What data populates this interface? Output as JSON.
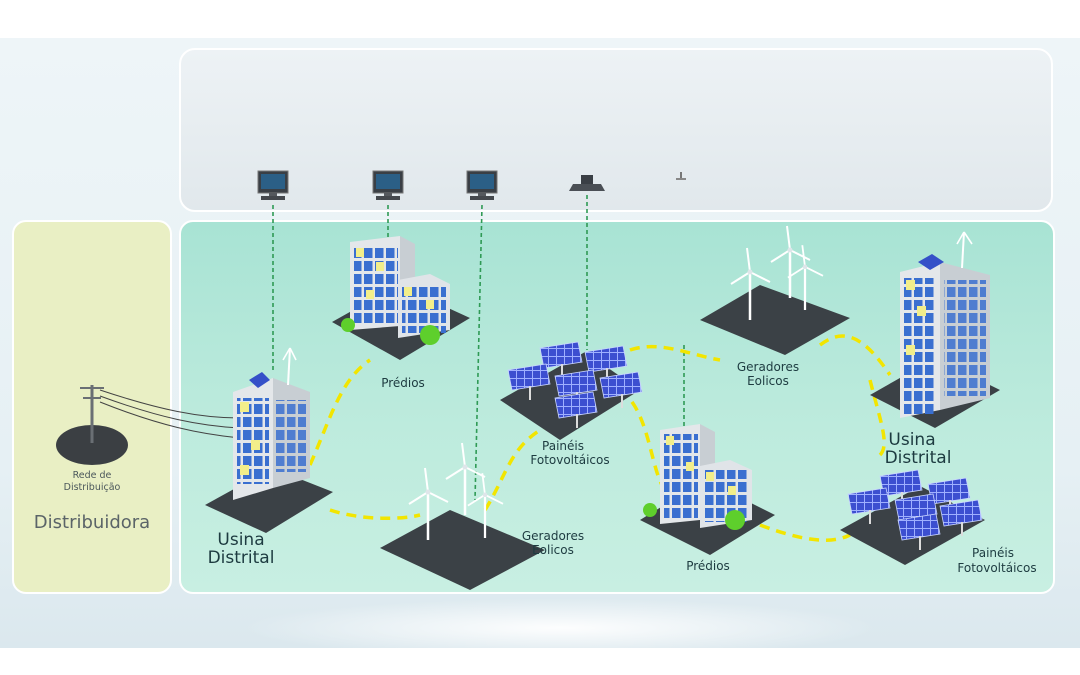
{
  "left_panel": {
    "rede_line1": "Rede de",
    "rede_line2": "Distribuição",
    "distribuidora": "Distribuidora"
  },
  "labels": {
    "predios_1": "Prédios",
    "predios_2": "Prédios",
    "paineis_1_line1": "Painéis",
    "paineis_1_line2": "Fotovoltáicos",
    "paineis_2_line1": "Painéis",
    "paineis_2_line2": "Fotovoltáicos",
    "geradores_1_line1": "Geradores",
    "geradores_1_line2": "Eolicos",
    "geradores_2_line1": "Geradores",
    "geradores_2_line2": "Eolicos",
    "usina_1_line1": "Usina",
    "usina_1_line2": "Distrital",
    "usina_2_line1": "Usina",
    "usina_2_line2": "Distrital"
  },
  "colors": {
    "dashed_connection": "#f2e500",
    "vertical_link": "#2f9a55",
    "main_panel": "#b3e7d9",
    "left_panel": "#e9efc4"
  },
  "icons": [
    "computer-monitor-icon",
    "laptop-icon",
    "smartphone-icon",
    "wind-turbine-icon",
    "solar-panel-icon",
    "building-icon",
    "utility-pole-icon"
  ]
}
